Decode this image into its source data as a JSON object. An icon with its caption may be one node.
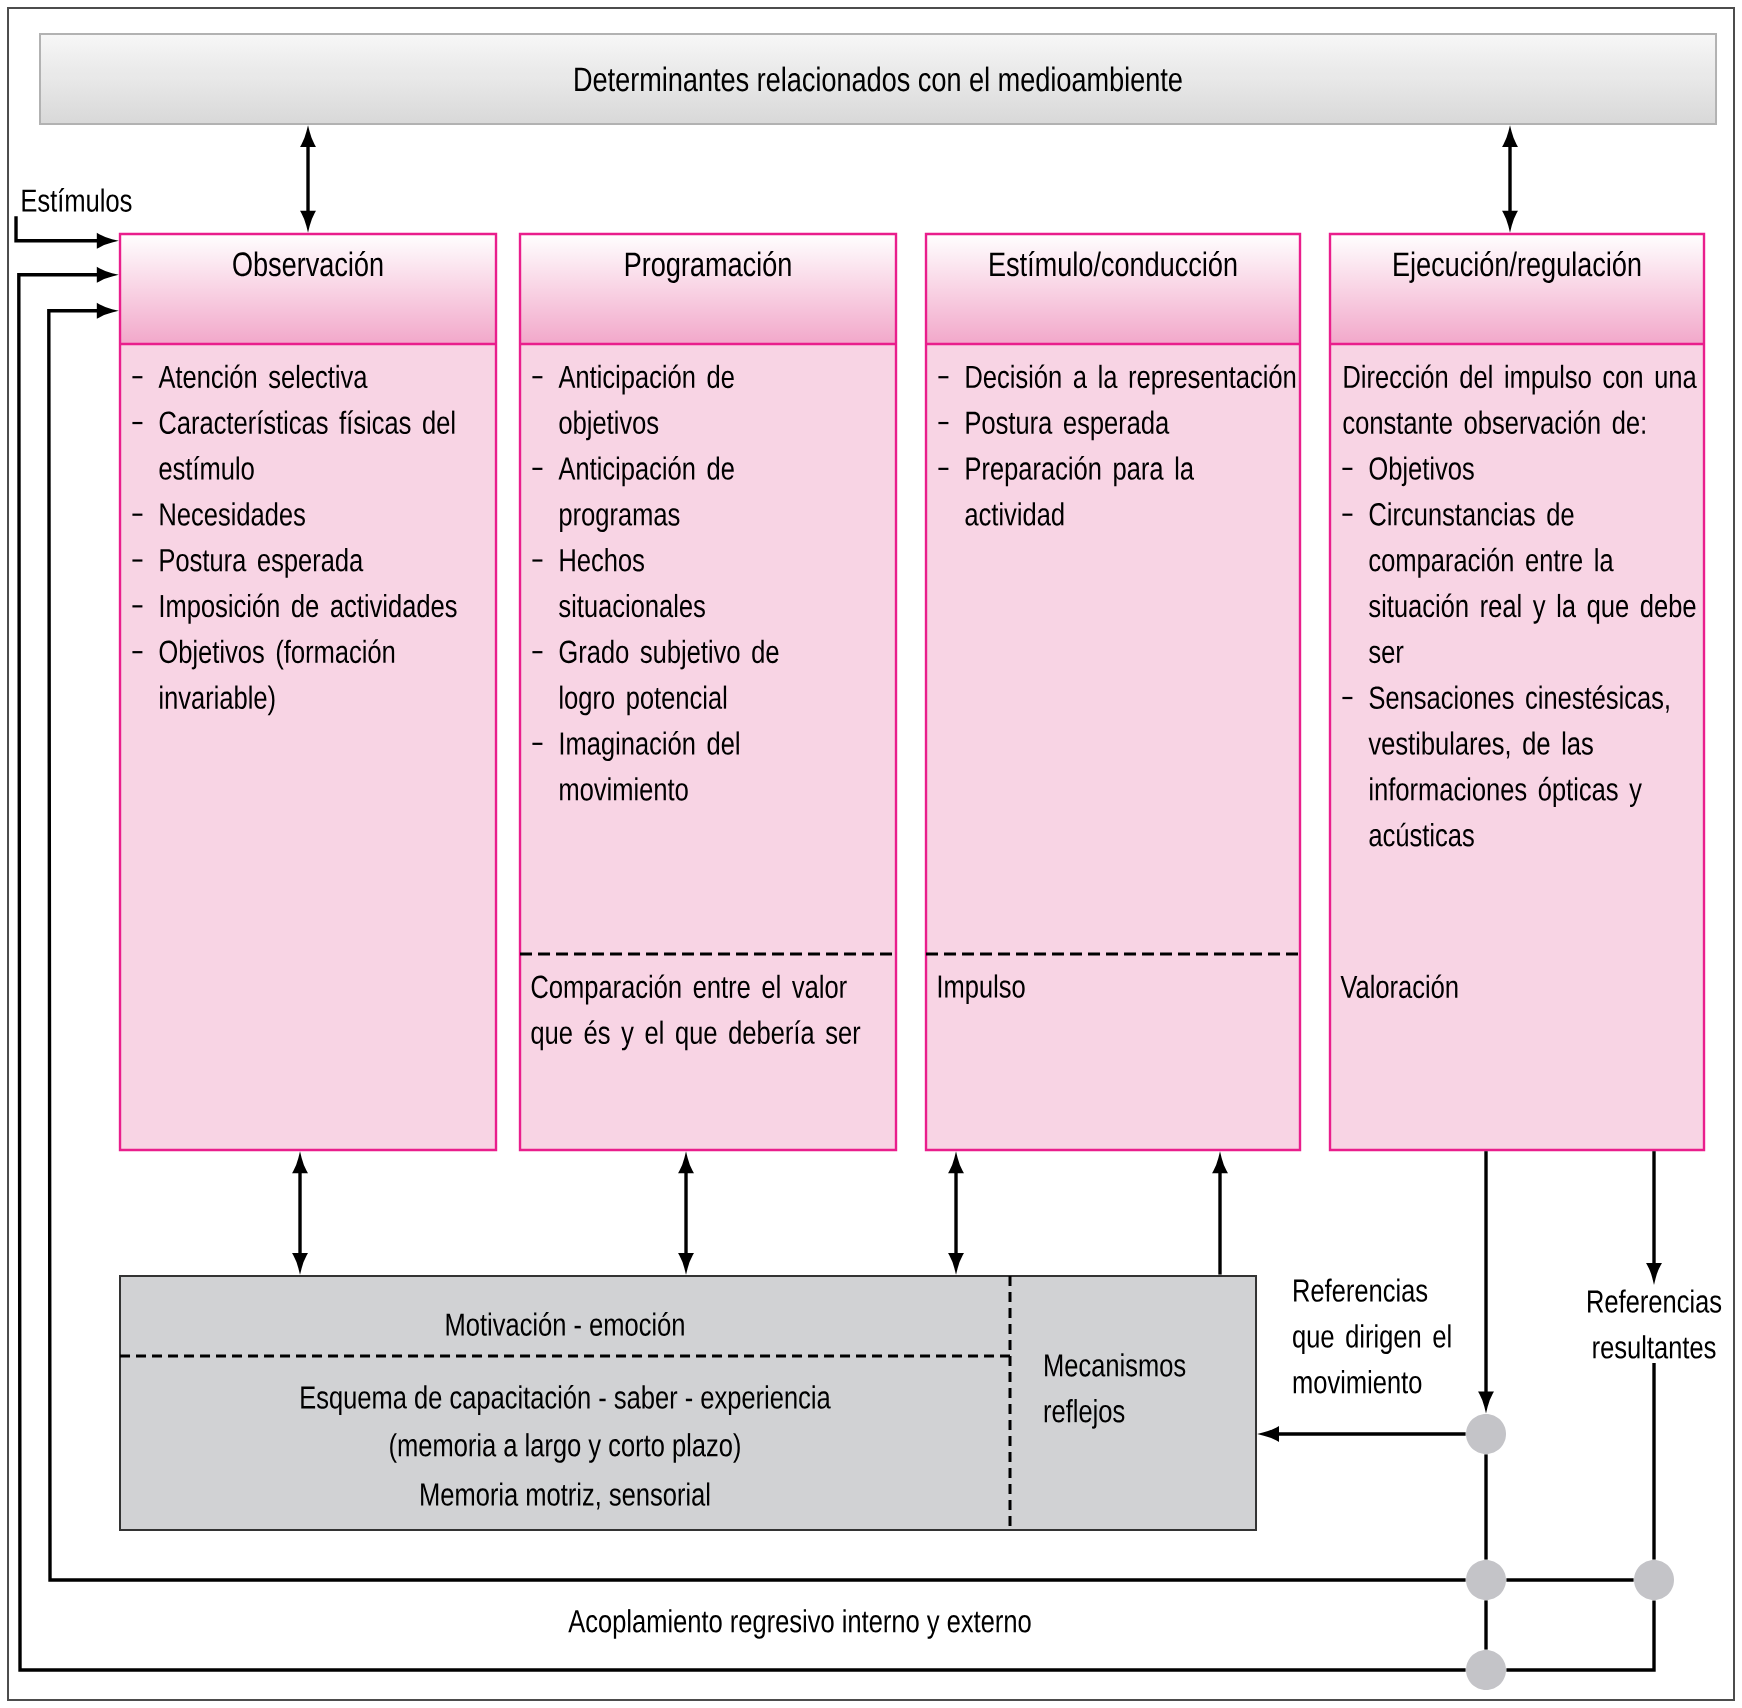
{
  "diagram": {
    "nodes": [
      {
        "text": [
          "Determinantes relacionados con el medioambiente"
        ]
      },
      {
        "text": [
          "Observación",
          "Atención selectiva",
          "Características físicas del estímulo",
          "Necesidades",
          "Postura esperada",
          "Imposición de actividades",
          "Objetivos (formación invariable)"
        ]
      },
      {
        "text": [
          "Programación",
          "Anticipación de objetivos",
          "Anticipación de programas",
          "Hechos situacionales",
          "Grado subjetivo de logro potencial",
          "Imaginación del movimiento",
          "Comparación entre el valor que és y el que debería ser"
        ]
      },
      {
        "text": [
          "Estímulo/conducción",
          "Decisión a la representación",
          "Postura esperada",
          "Preparación para la actividad",
          "Impulso"
        ]
      },
      {
        "text": [
          "Ejecución/regulación",
          "Dirección del impulso con una constante observación de:",
          "Objetivos",
          "Circunstancias de comparación entre la situación real y la que debe ser",
          "Sensaciones cinestésicas, vestibulares, de las informaciones ópticas y acústicas",
          "Valoración"
        ]
      },
      {
        "text": [
          "Motivación - emoción",
          "Esquema de capacitación - saber - experiencia",
          "(memoria a largo y corto plazo)",
          "Memoria motriz, sensorial"
        ]
      },
      {
        "text": [
          "Mecanismos reflejos"
        ],
        "in": 5
      },
      {
        "text": [
          "Estímulos"
        ]
      },
      {
        "text": [
          "Referencias resultantes"
        ]
      },
      {
        "text": [],
        "shape": "circle"
      },
      {
        "text": [],
        "shape": "circle"
      },
      {
        "text": [],
        "shape": "circle"
      },
      {
        "text": [],
        "shape": "circle"
      }
    ],
    "edges": [
      {
        "from": 0,
        "to": 1,
        "arrow": "both"
      },
      {
        "from": 0,
        "to": 4,
        "arrow": "both"
      },
      {
        "from": 1,
        "to": 5,
        "arrow": "both"
      },
      {
        "from": 2,
        "to": 5,
        "arrow": "both"
      },
      {
        "from": 3,
        "to": 5,
        "arrow": "both"
      },
      {
        "from": 6,
        "to": 3,
        "arrow": "to"
      },
      {
        "from": 4,
        "to": 9,
        "arrow": "to",
        "label": "Referencias que dirigen el movimiento"
      },
      {
        "from": 9,
        "to": 5,
        "arrow": "to"
      },
      {
        "from": 9,
        "to": 10,
        "arrow": "none"
      },
      {
        "from": 10,
        "to": 12,
        "arrow": "none"
      },
      {
        "from": 4,
        "to": 8,
        "arrow": "to"
      },
      {
        "from": 8,
        "to": 11,
        "arrow": "none"
      },
      {
        "from": 11,
        "to": 10,
        "arrow": "none"
      },
      {
        "from": 11,
        "to": 12,
        "arrow": "none"
      },
      {
        "from": 10,
        "to": 1,
        "arrow": "to"
      },
      {
        "from": 12,
        "to": 1,
        "arrow": "to"
      },
      {
        "from": 7,
        "to": 1,
        "arrow": "to"
      }
    ],
    "labels": [
      "Acoplamiento regresivo interno y externo"
    ]
  }
}
